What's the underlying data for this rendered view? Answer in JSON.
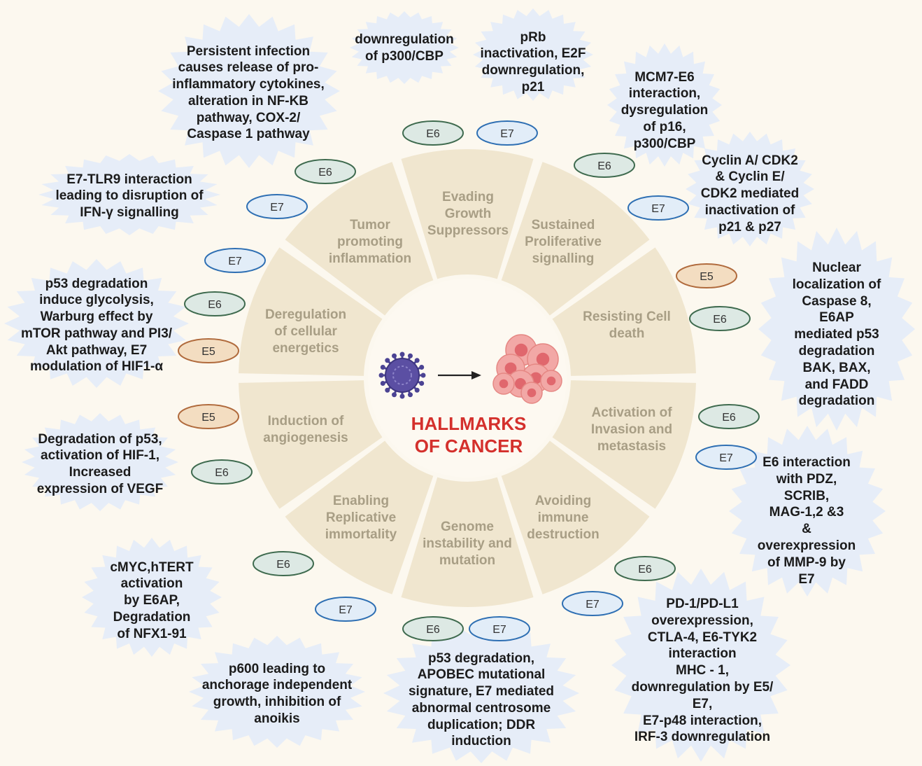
{
  "title": "HALLMARKS\nOF CANCER",
  "colors": {
    "ring": "#f0e6cf",
    "center": "#fdf9f1",
    "title": "#d4302c",
    "starburst": "#e6edf8",
    "e6_fill": "#dde9e4",
    "e6_stroke": "#3e6a4e",
    "e7_fill": "#e2edf8",
    "e7_stroke": "#2e6fb3",
    "e5_fill": "#f3ddc1",
    "e5_stroke": "#b06a3c"
  },
  "icons": {
    "left": "virus-icon",
    "arrow": "arrow-right-icon",
    "right": "cancer-cells-icon"
  },
  "segments": [
    {
      "id": "evading-growth-suppressors",
      "label": "Evading\nGrowth\nSuppressors"
    },
    {
      "id": "sustained-proliferative-signalling",
      "label": "Sustained\nProliferative\nsignalling"
    },
    {
      "id": "resisting-cell-death",
      "label": "Resisting Cell\ndeath"
    },
    {
      "id": "activation-of-invasion",
      "label": "Activation of\nInvasion and\nmetastasis"
    },
    {
      "id": "avoiding-immune-destruction",
      "label": "Avoiding\nimmune\ndestruction"
    },
    {
      "id": "genome-instability",
      "label": "Genome\ninstability and\nmutation"
    },
    {
      "id": "enabling-replicative-immortality",
      "label": "Enabling\nReplicative\nimmortality"
    },
    {
      "id": "induction-of-angiogenesis",
      "label": "Induction of\nangiogenesis"
    },
    {
      "id": "deregulation-of-cellular-energetics",
      "label": "Deregulation\nof cellular\nenergetics"
    },
    {
      "id": "tumor-promoting-inflammation",
      "label": "Tumor\npromoting\ninflammation"
    }
  ],
  "annotations": [
    {
      "id": "p300",
      "text": "downregulation\nof p300/CBP"
    },
    {
      "id": "prb",
      "text": "pRb\ninactivation, E2F\ndownregulation,\np21"
    },
    {
      "id": "mcm7",
      "text": "MCM7-E6\ninteraction,\ndysregulation\nof p16,\np300/CBP"
    },
    {
      "id": "cyclin",
      "text": "Cyclin A/ CDK2\n& Cyclin E/\nCDK2 mediated\ninactivation of\np21 & p27"
    },
    {
      "id": "caspase8",
      "text": "Nuclear\nlocalization of\nCaspase 8,\nE6AP\nmediated p53\ndegradation\nBAK, BAX,\nand FADD\ndegradation"
    },
    {
      "id": "pdz",
      "text": "E6 interaction\nwith PDZ,\nSCRIB,\nMAG-1,2 &3\n&\noverexpression\nof MMP-9 by\nE7"
    },
    {
      "id": "pd1",
      "text": "PD-1/PD-L1\noverexpression,\nCTLA-4, E6-TYK2\ninteraction\nMHC - 1,\ndownregulation by E5/\nE7,\nE7-p48 interaction,\nIRF-3 downregulation"
    },
    {
      "id": "apobec",
      "text": "p53 degradation,\nAPOBEC mutational\nsignature, E7 mediated\nabnormal centrosome\nduplication; DDR\ninduction"
    },
    {
      "id": "p600",
      "text": "p600 leading to\nanchorage independent\ngrowth, inhibition of\nanoikis"
    },
    {
      "id": "cmyc",
      "text": "cMYC,hTERT\nactivation\nby E6AP,\nDegradation\nof NFX1-91"
    },
    {
      "id": "vegf",
      "text": "Degradation of p53,\nactivation of HIF-1,\nIncreased\nexpression of VEGF"
    },
    {
      "id": "warburg",
      "text": "p53 degradation\ninduce glycolysis,\nWarburg effect by\nmTOR pathway and PI3/\nAkt pathway, E7\nmodulation of HIF1-α"
    },
    {
      "id": "tlr9",
      "text": "E7-TLR9 interaction\nleading to disruption of\nIFN-γ signalling"
    },
    {
      "id": "inflammation",
      "text": "Persistent infection\ncauses release of pro-\ninflammatory cytokines,\nalteration in NF-KB\npathway, COX-2/\nCaspase 1 pathway"
    }
  ],
  "tags": [
    {
      "label": "E6",
      "type": "e6"
    },
    {
      "label": "E7",
      "type": "e7"
    },
    {
      "label": "E6",
      "type": "e6"
    },
    {
      "label": "E7",
      "type": "e7"
    },
    {
      "label": "E5",
      "type": "e5"
    },
    {
      "label": "E6",
      "type": "e6"
    },
    {
      "label": "E6",
      "type": "e6"
    },
    {
      "label": "E7",
      "type": "e7"
    },
    {
      "label": "E6",
      "type": "e6"
    },
    {
      "label": "E7",
      "type": "e7"
    },
    {
      "label": "E6",
      "type": "e6"
    },
    {
      "label": "E7",
      "type": "e7"
    },
    {
      "label": "E6",
      "type": "e6"
    },
    {
      "label": "E7",
      "type": "e7"
    },
    {
      "label": "E5",
      "type": "e5"
    },
    {
      "label": "E6",
      "type": "e6"
    },
    {
      "label": "E7",
      "type": "e7"
    },
    {
      "label": "E6",
      "type": "e6"
    },
    {
      "label": "E5",
      "type": "e5"
    },
    {
      "label": "E7",
      "type": "e7"
    },
    {
      "label": "E6",
      "type": "e6"
    }
  ]
}
